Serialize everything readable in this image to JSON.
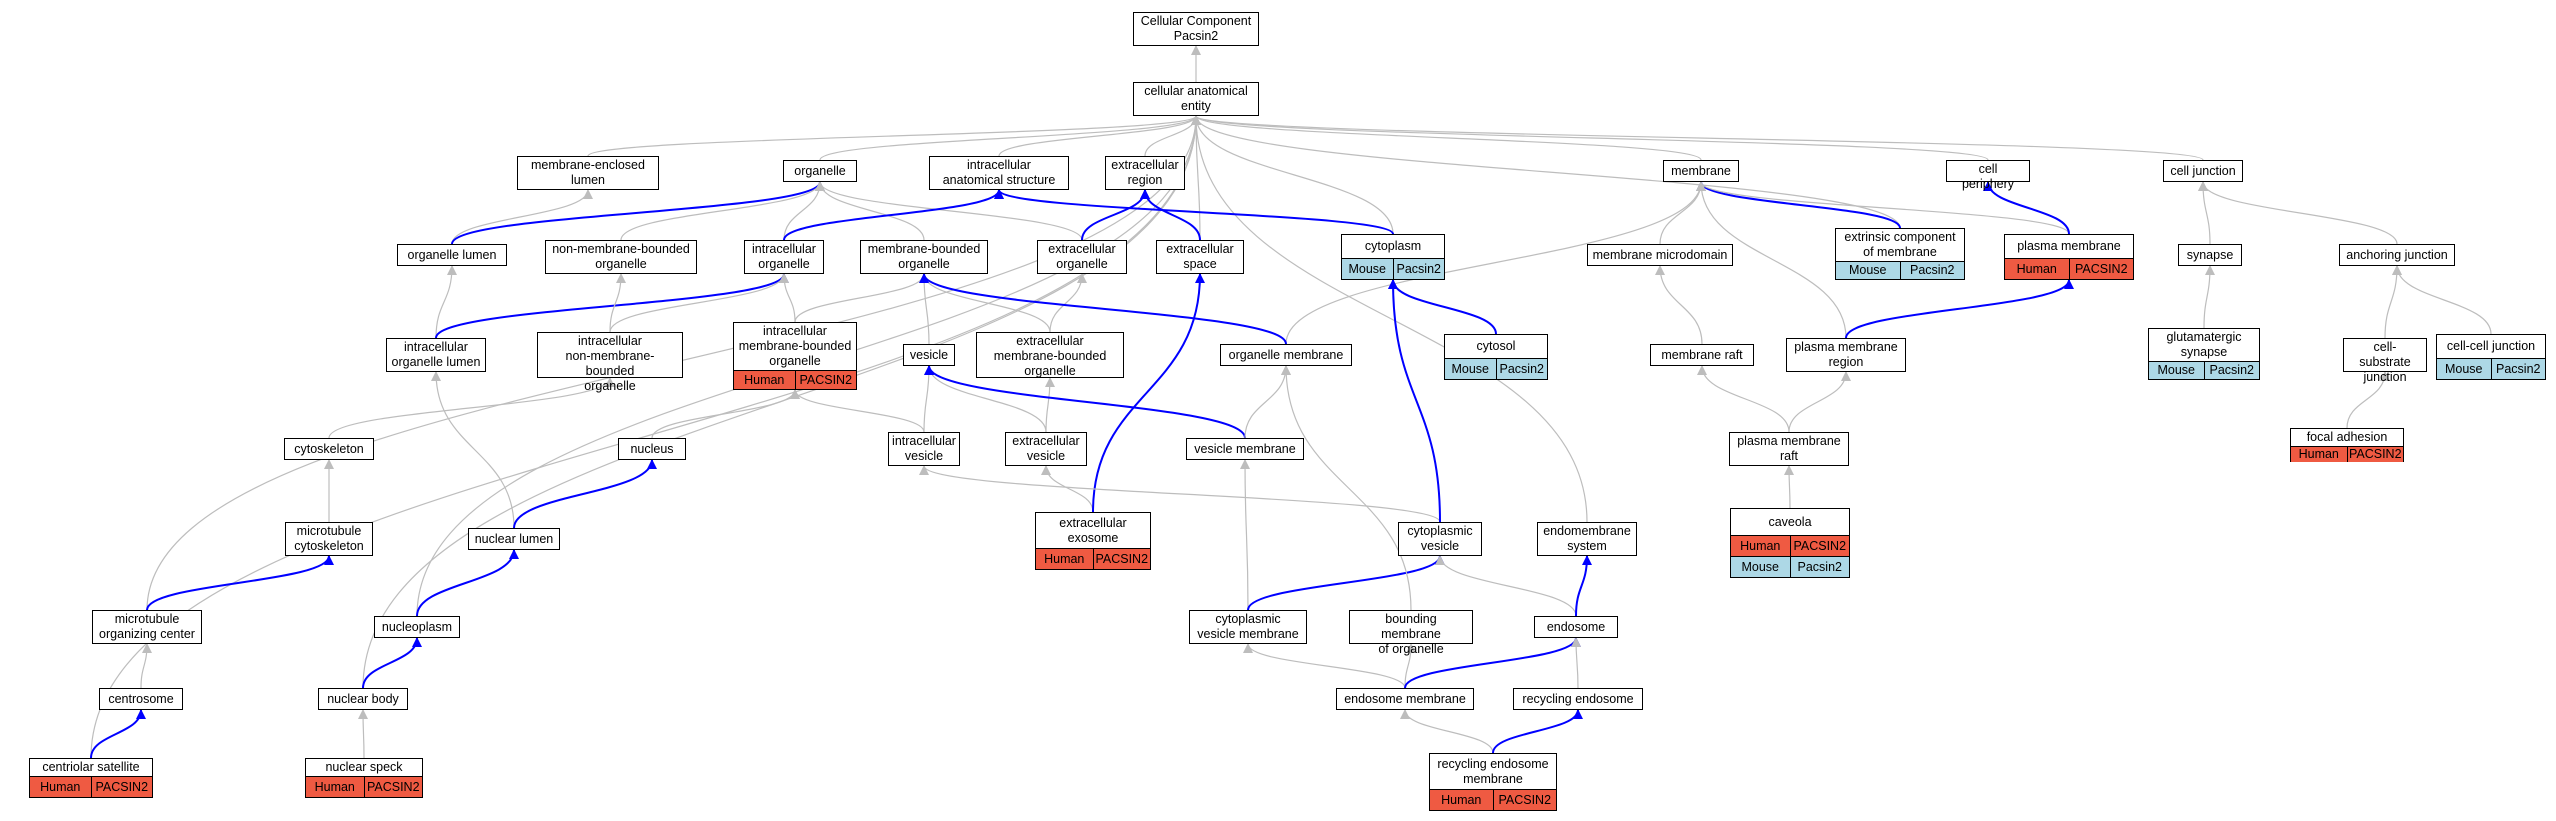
{
  "graph": {
    "nodes": [
      {
        "id": "root",
        "label": "Cellular Component\nPacsin2"
      },
      {
        "id": "cae",
        "label": "cellular anatomical\nentity"
      },
      {
        "id": "mel",
        "label": "membrane-enclosed\nlumen"
      },
      {
        "id": "org",
        "label": "organelle"
      },
      {
        "id": "ias",
        "label": "intracellular\nanatomical structure"
      },
      {
        "id": "exr",
        "label": "extracellular\nregion"
      },
      {
        "id": "mem",
        "label": "membrane"
      },
      {
        "id": "cper",
        "label": "cell periphery"
      },
      {
        "id": "cjun",
        "label": "cell junction"
      },
      {
        "id": "orgl",
        "label": "organelle lumen"
      },
      {
        "id": "nmbo",
        "label": "non-membrane-bounded\norganelle"
      },
      {
        "id": "io",
        "label": "intracellular\norganelle"
      },
      {
        "id": "mbo",
        "label": "membrane-bounded\norganelle"
      },
      {
        "id": "exo",
        "label": "extracellular\norganelle"
      },
      {
        "id": "exs",
        "label": "extracellular\nspace"
      },
      {
        "id": "cyto",
        "label": "cytoplasm",
        "annotations": [
          [
            "Mouse",
            "Pacsin2"
          ]
        ]
      },
      {
        "id": "mmd",
        "label": "membrane microdomain"
      },
      {
        "id": "ecm",
        "label": "extrinsic component\nof membrane",
        "annotations": [
          [
            "Mouse",
            "Pacsin2"
          ]
        ]
      },
      {
        "id": "pm",
        "label": "plasma membrane",
        "annotations": [
          [
            "Human",
            "PACSIN2"
          ]
        ]
      },
      {
        "id": "syn",
        "label": "synapse"
      },
      {
        "id": "aj",
        "label": "anchoring junction"
      },
      {
        "id": "iol",
        "label": "intracellular\norganelle lumen"
      },
      {
        "id": "inmbo",
        "label": "intracellular\nnon-membrane-bounded\norganelle"
      },
      {
        "id": "imbo",
        "label": "intracellular\nmembrane-bounded\norganelle",
        "annotations": [
          [
            "Human",
            "PACSIN2"
          ]
        ]
      },
      {
        "id": "ves",
        "label": "vesicle"
      },
      {
        "id": "exmbo",
        "label": "extracellular\nmembrane-bounded\norganelle"
      },
      {
        "id": "om",
        "label": "organelle membrane"
      },
      {
        "id": "cytosol",
        "label": "cytosol",
        "annotations": [
          [
            "Mouse",
            "Pacsin2"
          ]
        ]
      },
      {
        "id": "mraft",
        "label": "membrane raft"
      },
      {
        "id": "pmr",
        "label": "plasma membrane\nregion"
      },
      {
        "id": "gsyn",
        "label": "glutamatergic\nsynapse",
        "annotations": [
          [
            "Mouse",
            "Pacsin2"
          ]
        ]
      },
      {
        "id": "csj",
        "label": "cell-substrate\njunction"
      },
      {
        "id": "ccj",
        "label": "cell-cell junction",
        "annotations": [
          [
            "Mouse",
            "Pacsin2"
          ]
        ]
      },
      {
        "id": "cysk",
        "label": "cytoskeleton"
      },
      {
        "id": "nuc",
        "label": "nucleus"
      },
      {
        "id": "iv",
        "label": "intracellular\nvesicle"
      },
      {
        "id": "ev",
        "label": "extracellular\nvesicle"
      },
      {
        "id": "vm",
        "label": "vesicle membrane"
      },
      {
        "id": "pmraft",
        "label": "plasma membrane\nraft"
      },
      {
        "id": "fa",
        "label": "focal adhesion",
        "annotations": [
          [
            "Human",
            "PACSIN2"
          ]
        ]
      },
      {
        "id": "mtcs",
        "label": "microtubule\ncytoskeleton"
      },
      {
        "id": "nl",
        "label": "nuclear lumen"
      },
      {
        "id": "exosome",
        "label": "extracellular\nexosome",
        "annotations": [
          [
            "Human",
            "PACSIN2"
          ]
        ]
      },
      {
        "id": "cv",
        "label": "cytoplasmic\nvesicle"
      },
      {
        "id": "es",
        "label": "endomembrane\nsystem"
      },
      {
        "id": "cav",
        "label": "caveola",
        "annotations": [
          [
            "Human",
            "PACSIN2"
          ],
          [
            "Mouse",
            "Pacsin2"
          ]
        ]
      },
      {
        "id": "mtoc",
        "label": "microtubule\norganizing center"
      },
      {
        "id": "np",
        "label": "nucleoplasm"
      },
      {
        "id": "cvm",
        "label": "cytoplasmic\nvesicle membrane"
      },
      {
        "id": "bmo",
        "label": "bounding membrane\nof organelle"
      },
      {
        "id": "endo",
        "label": "endosome"
      },
      {
        "id": "cent",
        "label": "centrosome"
      },
      {
        "id": "nb",
        "label": "nuclear body"
      },
      {
        "id": "em",
        "label": "endosome membrane"
      },
      {
        "id": "re",
        "label": "recycling endosome"
      },
      {
        "id": "cs",
        "label": "centriolar satellite",
        "annotations": [
          [
            "Human",
            "PACSIN2"
          ]
        ]
      },
      {
        "id": "ns",
        "label": "nuclear speck",
        "annotations": [
          [
            "Human",
            "PACSIN2"
          ]
        ]
      },
      {
        "id": "rem",
        "label": "recycling endosome\nmembrane",
        "annotations": [
          [
            "Human",
            "PACSIN2"
          ]
        ]
      }
    ],
    "edges": [
      {
        "from": "cae",
        "to": "root",
        "kind": "is_a"
      },
      {
        "from": "mel",
        "to": "cae",
        "kind": "is_a"
      },
      {
        "from": "org",
        "to": "cae",
        "kind": "is_a"
      },
      {
        "from": "ias",
        "to": "cae",
        "kind": "is_a"
      },
      {
        "from": "exr",
        "to": "cae",
        "kind": "is_a"
      },
      {
        "from": "mem",
        "to": "cae",
        "kind": "is_a"
      },
      {
        "from": "cper",
        "to": "cae",
        "kind": "is_a"
      },
      {
        "from": "cjun",
        "to": "cae",
        "kind": "is_a"
      },
      {
        "from": "exs",
        "to": "cae",
        "kind": "is_a"
      },
      {
        "from": "cyto",
        "to": "cae",
        "kind": "is_a"
      },
      {
        "from": "ecm",
        "to": "cae",
        "kind": "is_a"
      },
      {
        "from": "es",
        "to": "cae",
        "kind": "is_a"
      },
      {
        "from": "mtoc",
        "to": "cae",
        "kind": "is_a"
      },
      {
        "from": "cs",
        "to": "cae",
        "kind": "is_a"
      },
      {
        "from": "np",
        "to": "cae",
        "kind": "is_a"
      },
      {
        "from": "nb",
        "to": "cae",
        "kind": "is_a"
      },
      {
        "from": "orgl",
        "to": "mel",
        "kind": "is_a"
      },
      {
        "from": "orgl",
        "to": "org",
        "kind": "part_of"
      },
      {
        "from": "nmbo",
        "to": "org",
        "kind": "is_a"
      },
      {
        "from": "io",
        "to": "org",
        "kind": "is_a"
      },
      {
        "from": "mbo",
        "to": "org",
        "kind": "is_a"
      },
      {
        "from": "exo",
        "to": "org",
        "kind": "is_a"
      },
      {
        "from": "io",
        "to": "ias",
        "kind": "part_of"
      },
      {
        "from": "cyto",
        "to": "ias",
        "kind": "part_of"
      },
      {
        "from": "exo",
        "to": "exr",
        "kind": "part_of"
      },
      {
        "from": "exs",
        "to": "exr",
        "kind": "part_of"
      },
      {
        "from": "mmd",
        "to": "mem",
        "kind": "is_a"
      },
      {
        "from": "ecm",
        "to": "mem",
        "kind": "part_of"
      },
      {
        "from": "pm",
        "to": "mem",
        "kind": "is_a"
      },
      {
        "from": "pmr",
        "to": "mem",
        "kind": "is_a"
      },
      {
        "from": "om",
        "to": "mem",
        "kind": "is_a"
      },
      {
        "from": "pm",
        "to": "cper",
        "kind": "part_of"
      },
      {
        "from": "syn",
        "to": "cjun",
        "kind": "is_a"
      },
      {
        "from": "aj",
        "to": "cjun",
        "kind": "is_a"
      },
      {
        "from": "iol",
        "to": "orgl",
        "kind": "is_a"
      },
      {
        "from": "iol",
        "to": "io",
        "kind": "part_of"
      },
      {
        "from": "inmbo",
        "to": "nmbo",
        "kind": "is_a"
      },
      {
        "from": "inmbo",
        "to": "io",
        "kind": "is_a"
      },
      {
        "from": "imbo",
        "to": "io",
        "kind": "is_a"
      },
      {
        "from": "imbo",
        "to": "mbo",
        "kind": "is_a"
      },
      {
        "from": "ves",
        "to": "mbo",
        "kind": "is_a"
      },
      {
        "from": "exmbo",
        "to": "mbo",
        "kind": "is_a"
      },
      {
        "from": "exmbo",
        "to": "exo",
        "kind": "is_a"
      },
      {
        "from": "om",
        "to": "mbo",
        "kind": "part_of"
      },
      {
        "from": "cytosol",
        "to": "cyto",
        "kind": "part_of"
      },
      {
        "from": "mraft",
        "to": "mmd",
        "kind": "is_a"
      },
      {
        "from": "pmr",
        "to": "pm",
        "kind": "part_of"
      },
      {
        "from": "gsyn",
        "to": "syn",
        "kind": "is_a"
      },
      {
        "from": "csj",
        "to": "aj",
        "kind": "is_a"
      },
      {
        "from": "ccj",
        "to": "aj",
        "kind": "is_a"
      },
      {
        "from": "cysk",
        "to": "inmbo",
        "kind": "is_a"
      },
      {
        "from": "nuc",
        "to": "imbo",
        "kind": "is_a"
      },
      {
        "from": "iv",
        "to": "imbo",
        "kind": "is_a"
      },
      {
        "from": "iv",
        "to": "ves",
        "kind": "is_a"
      },
      {
        "from": "ev",
        "to": "ves",
        "kind": "is_a"
      },
      {
        "from": "ev",
        "to": "exmbo",
        "kind": "is_a"
      },
      {
        "from": "vm",
        "to": "ves",
        "kind": "part_of"
      },
      {
        "from": "vm",
        "to": "om",
        "kind": "is_a"
      },
      {
        "from": "pmraft",
        "to": "mraft",
        "kind": "is_a"
      },
      {
        "from": "pmraft",
        "to": "pmr",
        "kind": "is_a"
      },
      {
        "from": "fa",
        "to": "csj",
        "kind": "is_a"
      },
      {
        "from": "mtcs",
        "to": "cysk",
        "kind": "is_a"
      },
      {
        "from": "nl",
        "to": "iol",
        "kind": "is_a"
      },
      {
        "from": "nl",
        "to": "nuc",
        "kind": "part_of"
      },
      {
        "from": "exosome",
        "to": "ev",
        "kind": "is_a"
      },
      {
        "from": "exosome",
        "to": "exs",
        "kind": "part_of"
      },
      {
        "from": "cv",
        "to": "iv",
        "kind": "is_a"
      },
      {
        "from": "cv",
        "to": "cyto",
        "kind": "part_of"
      },
      {
        "from": "cav",
        "to": "pmraft",
        "kind": "is_a"
      },
      {
        "from": "mtoc",
        "to": "mtcs",
        "kind": "part_of"
      },
      {
        "from": "np",
        "to": "nl",
        "kind": "part_of"
      },
      {
        "from": "cvm",
        "to": "vm",
        "kind": "is_a"
      },
      {
        "from": "cvm",
        "to": "cv",
        "kind": "part_of"
      },
      {
        "from": "bmo",
        "to": "om",
        "kind": "is_a"
      },
      {
        "from": "endo",
        "to": "cv",
        "kind": "is_a"
      },
      {
        "from": "endo",
        "to": "es",
        "kind": "part_of"
      },
      {
        "from": "cent",
        "to": "mtoc",
        "kind": "is_a"
      },
      {
        "from": "nb",
        "to": "np",
        "kind": "part_of"
      },
      {
        "from": "ns",
        "to": "nb",
        "kind": "is_a"
      },
      {
        "from": "em",
        "to": "cvm",
        "kind": "is_a"
      },
      {
        "from": "em",
        "to": "bmo",
        "kind": "is_a"
      },
      {
        "from": "em",
        "to": "endo",
        "kind": "part_of"
      },
      {
        "from": "re",
        "to": "endo",
        "kind": "is_a"
      },
      {
        "from": "cs",
        "to": "cent",
        "kind": "part_of"
      },
      {
        "from": "rem",
        "to": "em",
        "kind": "is_a"
      },
      {
        "from": "rem",
        "to": "re",
        "kind": "part_of"
      }
    ],
    "colors": {
      "is_a_edge": "#bdbdbd",
      "part_of_edge": "#0000ff",
      "human_annotation": "#ef5a42",
      "mouse_annotation": "#add8e6",
      "node_border": "#000000",
      "node_fill": "#ffffff"
    }
  }
}
